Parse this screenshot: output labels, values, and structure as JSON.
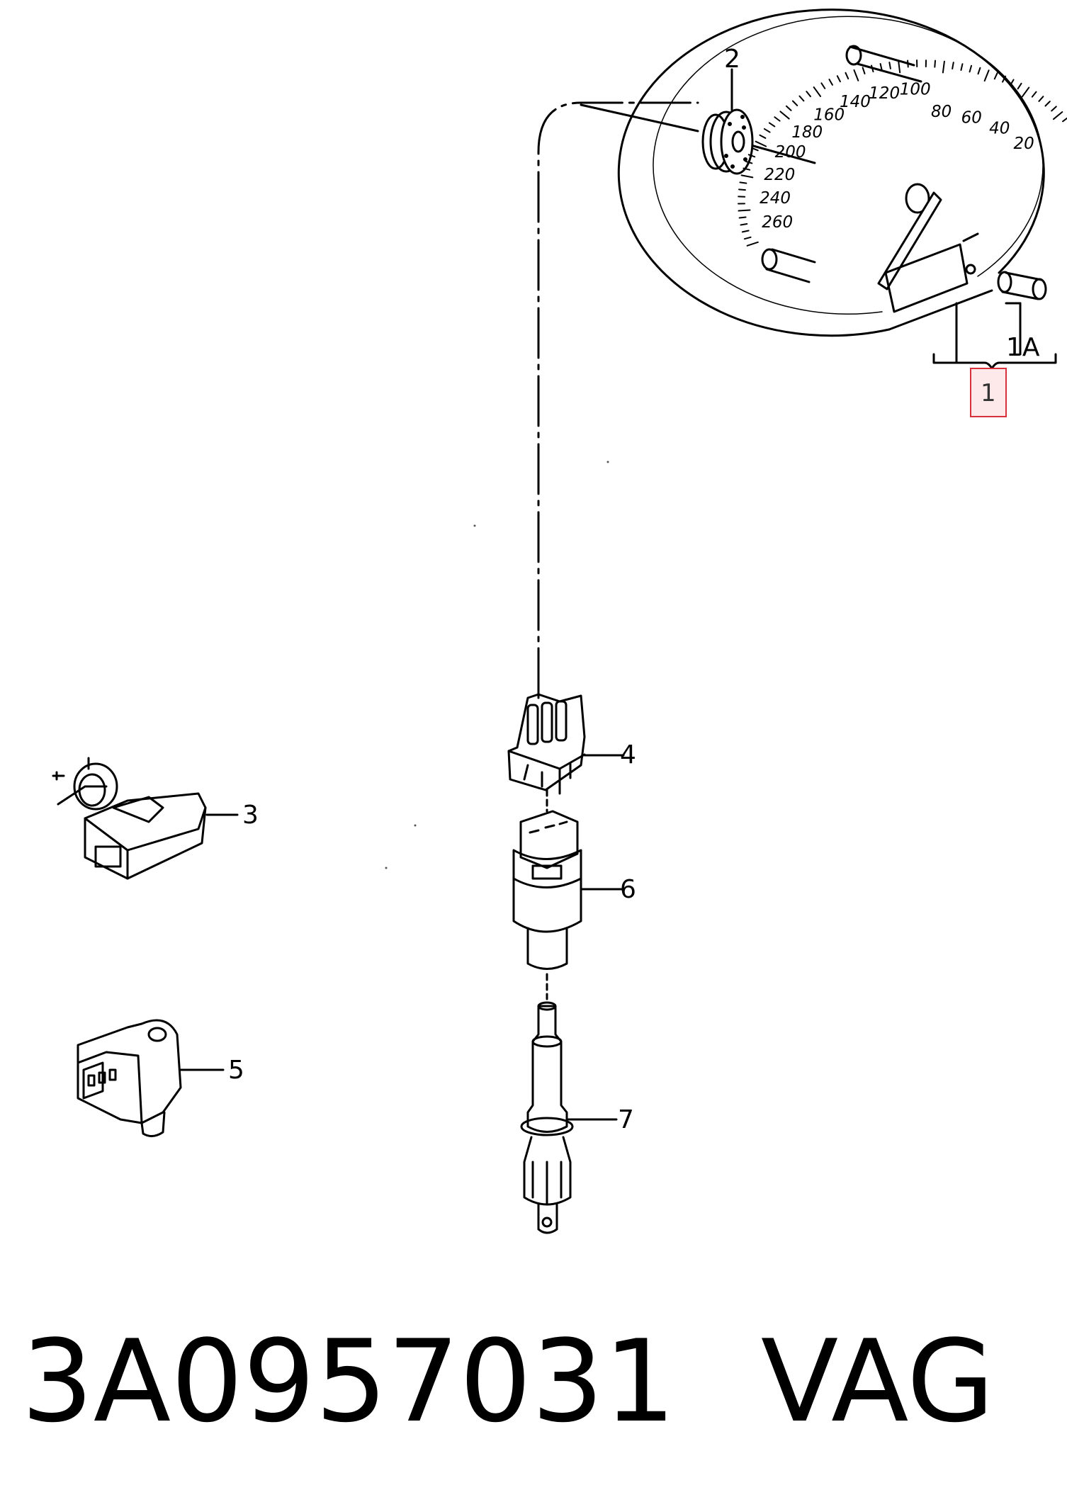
{
  "callouts": {
    "c1": "1",
    "c1a": "1A",
    "c2": "2",
    "c3": "3",
    "c4": "4",
    "c5": "5",
    "c6": "6",
    "c7": "7"
  },
  "gauge_scale": [
    "20",
    "40",
    "60",
    "80",
    "100",
    "120",
    "140",
    "160",
    "180",
    "200",
    "220",
    "240",
    "260"
  ],
  "caption": {
    "part_number": "3A0957031",
    "brand": "VAG"
  },
  "colors": {
    "line": "#000000",
    "highlight_fill": "#fde8ea",
    "highlight_border": "#d9303c"
  }
}
